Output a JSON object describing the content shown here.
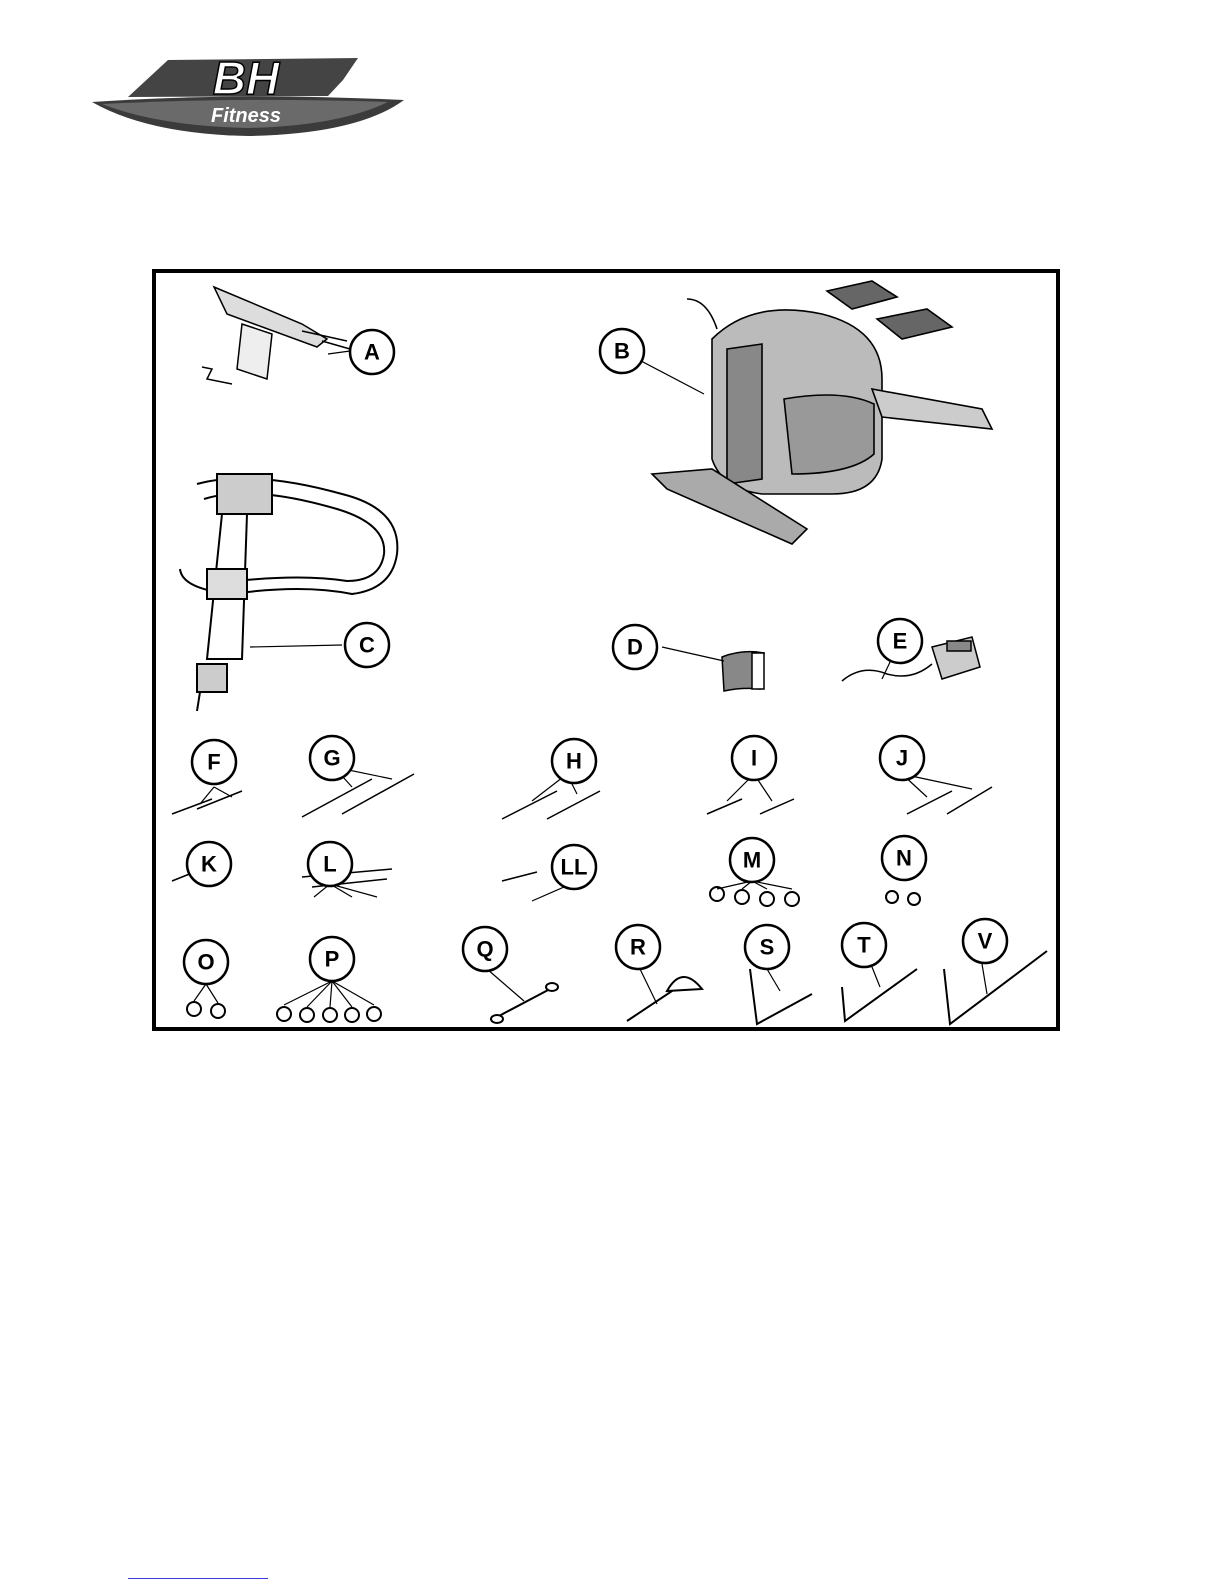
{
  "brand": {
    "main": "BH",
    "sub": "Fitness"
  },
  "parts": {
    "A": "A",
    "B": "B",
    "C": "C",
    "D": "D",
    "E": "E",
    "F": "F",
    "G": "G",
    "H": "H",
    "I": "I",
    "J": "J",
    "K": "K",
    "L": "L",
    "LL": "LL",
    "M": "M",
    "N": "N",
    "O": "O",
    "P": "P",
    "Q": "Q",
    "R": "R",
    "S": "S",
    "T": "T",
    "V": "V"
  }
}
